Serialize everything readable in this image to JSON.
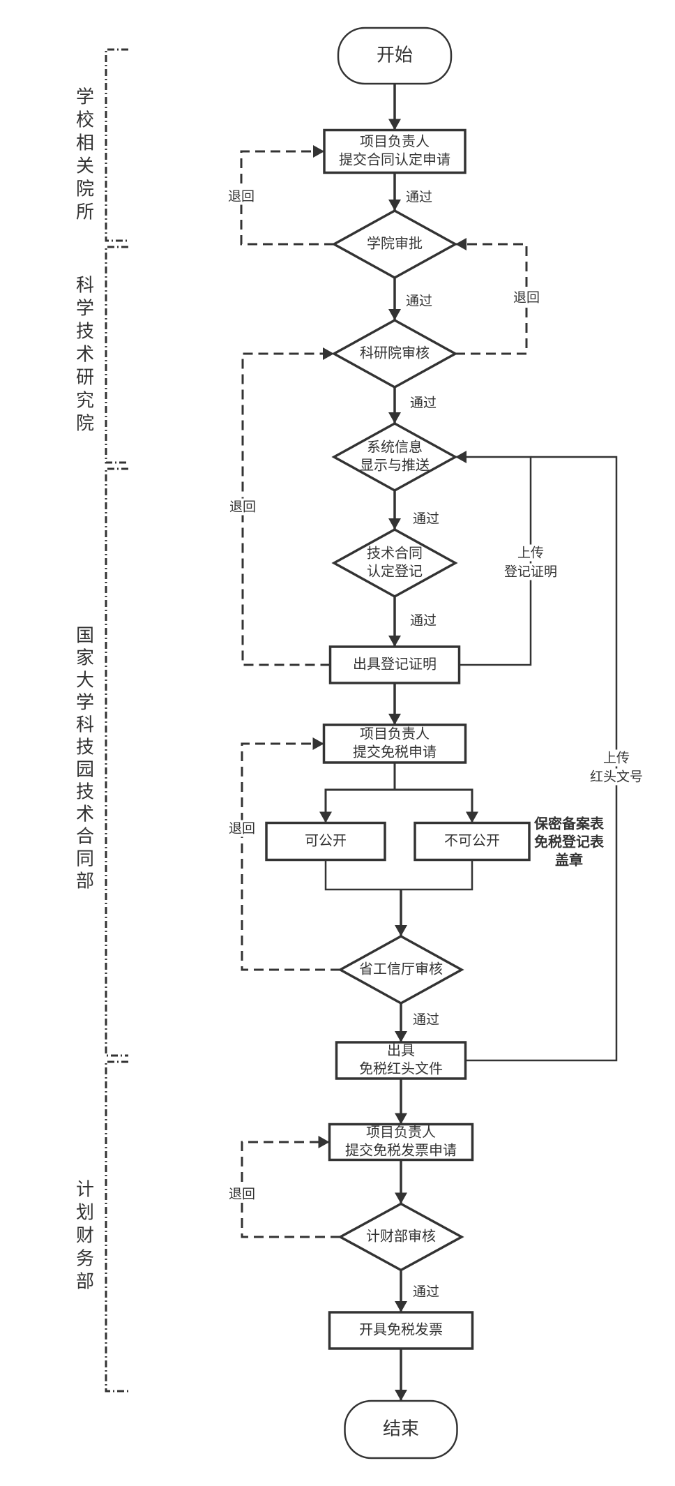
{
  "diagram": {
    "type": "swimlane-flowchart",
    "colors": {
      "stroke": "#333333",
      "background": "#ffffff",
      "text": "#333333"
    },
    "lanes": [
      {
        "id": "lane1",
        "label": "学校相关院所"
      },
      {
        "id": "lane2",
        "label": "科学技术研究院"
      },
      {
        "id": "lane3",
        "label": "国家大学科技园技术合同部"
      },
      {
        "id": "lane4",
        "label": "计划财务部"
      }
    ],
    "nodes": [
      {
        "id": "start",
        "shape": "terminal",
        "lines": [
          "开始"
        ]
      },
      {
        "id": "submit_contract",
        "shape": "process",
        "lines": [
          "项目负责人",
          "提交合同认定申请"
        ]
      },
      {
        "id": "college_approve",
        "shape": "decision",
        "lines": [
          "学院审批"
        ]
      },
      {
        "id": "research_review",
        "shape": "decision",
        "lines": [
          "科研院审核"
        ]
      },
      {
        "id": "system_push",
        "shape": "decision",
        "lines": [
          "系统信息",
          "显示与推送"
        ]
      },
      {
        "id": "contract_register",
        "shape": "decision",
        "lines": [
          "技术合同",
          "认定登记"
        ]
      },
      {
        "id": "issue_cert",
        "shape": "process",
        "lines": [
          "出具登记证明"
        ]
      },
      {
        "id": "submit_taxfree",
        "shape": "process",
        "lines": [
          "项目负责人",
          "提交免税申请"
        ]
      },
      {
        "id": "public",
        "shape": "process",
        "lines": [
          "可公开"
        ]
      },
      {
        "id": "not_public",
        "shape": "process",
        "lines": [
          "不可公开"
        ]
      },
      {
        "id": "province_review",
        "shape": "decision",
        "lines": [
          "省工信厅审核"
        ]
      },
      {
        "id": "issue_redhead",
        "shape": "process",
        "lines": [
          "出具",
          "免税红头文件"
        ]
      },
      {
        "id": "submit_invoice",
        "shape": "process",
        "lines": [
          "项目负责人",
          "提交免税发票申请"
        ]
      },
      {
        "id": "finance_review",
        "shape": "decision",
        "lines": [
          "计财部审核"
        ]
      },
      {
        "id": "issue_invoice",
        "shape": "process",
        "lines": [
          "开具免税发票"
        ]
      },
      {
        "id": "end",
        "shape": "terminal",
        "lines": [
          "结束"
        ]
      }
    ],
    "edge_labels": {
      "pass": "通过",
      "return": "退回",
      "upload_cert": [
        "上传",
        "登记证明"
      ],
      "upload_redhead": [
        "上传",
        "红头文号"
      ]
    },
    "edges": [
      {
        "from": "start",
        "to": "submit_contract",
        "style": "solid"
      },
      {
        "from": "submit_contract",
        "to": "college_approve",
        "style": "solid",
        "label": "通过"
      },
      {
        "from": "college_approve",
        "to": "submit_contract",
        "style": "dashed",
        "label": "退回"
      },
      {
        "from": "college_approve",
        "to": "research_review",
        "style": "solid",
        "label": "通过"
      },
      {
        "from": "research_review",
        "to": "college_approve",
        "style": "dashed",
        "label": "退回"
      },
      {
        "from": "research_review",
        "to": "system_push",
        "style": "solid",
        "label": "通过"
      },
      {
        "from": "system_push",
        "to": "contract_register",
        "style": "solid",
        "label": "通过"
      },
      {
        "from": "contract_register",
        "to": "issue_cert",
        "style": "solid",
        "label": "通过"
      },
      {
        "from": "issue_cert",
        "to": "research_review",
        "style": "dashed",
        "label": "退回"
      },
      {
        "from": "issue_cert",
        "to": "system_push",
        "style": "solid",
        "label": "上传 登记证明"
      },
      {
        "from": "issue_cert",
        "to": "submit_taxfree",
        "style": "solid"
      },
      {
        "from": "submit_taxfree",
        "to": "public",
        "style": "solid"
      },
      {
        "from": "submit_taxfree",
        "to": "not_public",
        "style": "solid"
      },
      {
        "from": "public",
        "to": "province_review",
        "style": "solid"
      },
      {
        "from": "not_public",
        "to": "province_review",
        "style": "solid"
      },
      {
        "from": "province_review",
        "to": "submit_taxfree",
        "style": "dashed",
        "label": "退回"
      },
      {
        "from": "province_review",
        "to": "issue_redhead",
        "style": "solid",
        "label": "通过"
      },
      {
        "from": "issue_redhead",
        "to": "system_push",
        "style": "solid",
        "label": "上传 红头文号"
      },
      {
        "from": "issue_redhead",
        "to": "submit_invoice",
        "style": "solid"
      },
      {
        "from": "submit_invoice",
        "to": "finance_review",
        "style": "solid"
      },
      {
        "from": "finance_review",
        "to": "submit_invoice",
        "style": "dashed",
        "label": "退回"
      },
      {
        "from": "finance_review",
        "to": "issue_invoice",
        "style": "solid",
        "label": "通过"
      },
      {
        "from": "issue_invoice",
        "to": "end",
        "style": "solid"
      }
    ],
    "annotation": {
      "lines": [
        "保密备案表",
        "免税登记表",
        "盖章"
      ],
      "bold": true
    }
  }
}
